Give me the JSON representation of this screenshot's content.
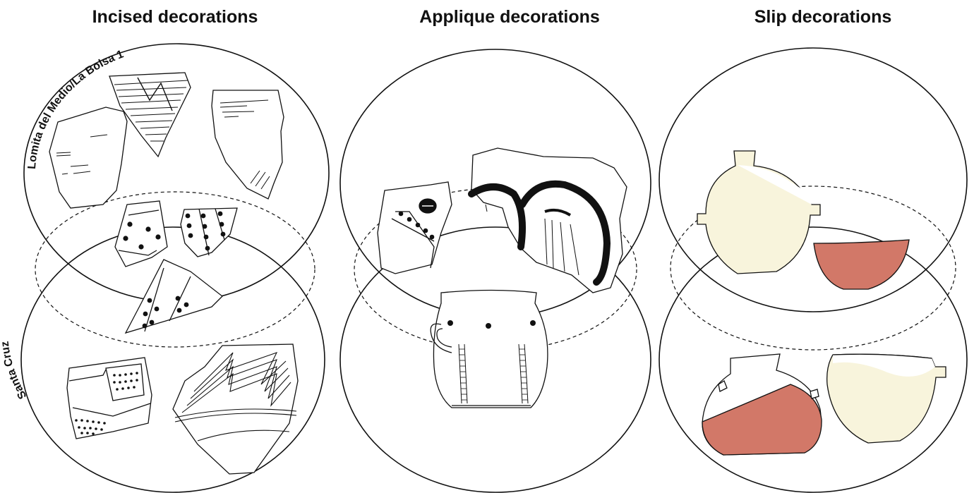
{
  "panels": {
    "incised": {
      "title": "Incised decorations"
    },
    "applique": {
      "title": "Applique decorations"
    },
    "slip": {
      "title": "Slip decorations"
    }
  },
  "site_labels": {
    "upper": "Lomita del Medio/La Bolsa 1",
    "lower": "Santa Cruz"
  },
  "colors": {
    "stroke": "#111111",
    "cream_slip": "#f8f4dc",
    "red_slip": "#d27868",
    "vessel_fill": "#ffffff"
  }
}
